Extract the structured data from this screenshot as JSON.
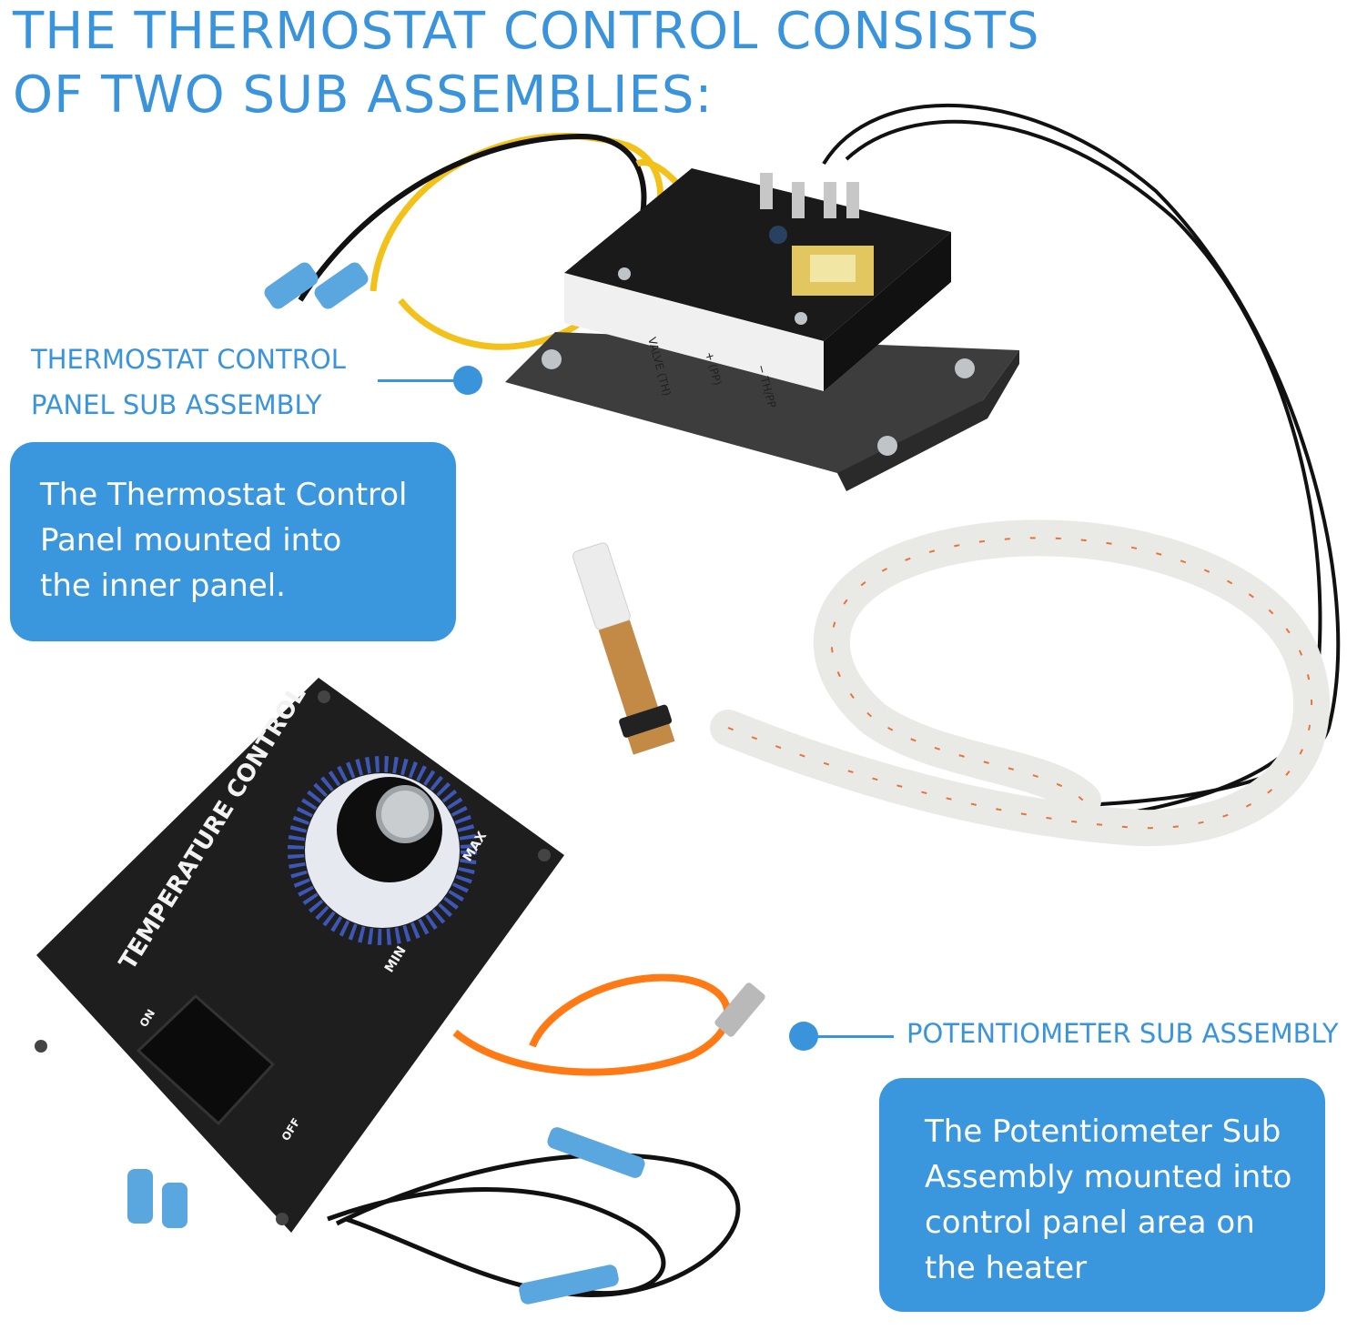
{
  "headline": {
    "line1": "THE THERMOSTAT CONTROL CONSISTS",
    "line2": "OF TWO SUB ASSEMBLIES:"
  },
  "callout_top": {
    "label_line1": "THERMOSTAT CONTROL",
    "label_line2": "PANEL SUB ASSEMBLY",
    "box_line1": "The Thermostat Control",
    "box_line2": "Panel mounted into",
    "box_line3": "the inner panel."
  },
  "callout_bottom": {
    "label": "POTENTIOMETER SUB ASSEMBLY",
    "box_line1": "The Potentiometer Sub",
    "box_line2": "Assembly mounted into",
    "box_line3": "control panel area on",
    "box_line4": "the heater"
  },
  "board_terminals": {
    "t1": "VALVE (TH)",
    "t2": "+ (PP)",
    "t3": "− TH/PP"
  },
  "panel": {
    "title": "TEMPERATURE CONTROL",
    "max": "MAX",
    "min": "MIN",
    "on": "ON",
    "off": "OFF"
  },
  "colors": {
    "accent": "#3a94dc",
    "box": "#3b97dd"
  }
}
